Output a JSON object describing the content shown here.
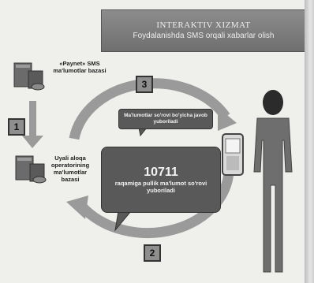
{
  "header": {
    "line1": "INTERAKTIV XIZMAT",
    "line2": "Foydalanishda SMS orqali xabarlar olish"
  },
  "nodes": {
    "top_db_label": "«Paynet» SMS ma'lumotlar bazasi",
    "bottom_db_label": "Uyali aloqa operatorining ma'lumotlar bazasi"
  },
  "steps": {
    "s1": "1",
    "s2": "2",
    "s3": "3"
  },
  "bubbles": {
    "top": "Ma'lumotlar so'rovi bo'yicha javob yuboriladi",
    "main_code": "10711",
    "main_text": "raqamiga pullik ma'lumot so'rovi yuboriladi"
  },
  "colors": {
    "arrow": "#9a9a9a",
    "bubble": "#595959",
    "banner": "#7c7c7c",
    "person": "#6e6e6e",
    "person_head": "#2b2b2b"
  }
}
